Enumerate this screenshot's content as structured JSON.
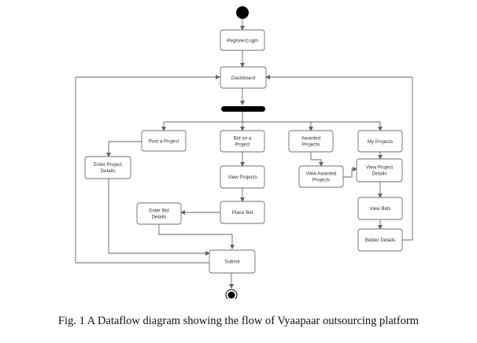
{
  "nodes": {
    "register": "Register/Login",
    "dashboard": "Dashboard",
    "post_project": "Post a Project",
    "bid_on_project": [
      "Bid on a",
      "Project"
    ],
    "awarded_projects": [
      "Awarded",
      "Projects"
    ],
    "my_projects": "My Projects",
    "enter_project_details": [
      "Enter Project",
      "Details"
    ],
    "view_projects": "View Projects",
    "view_awarded_projects": [
      "View Awarded",
      "Projects"
    ],
    "view_project_details": [
      "View Project",
      "Details"
    ],
    "enter_bid_details": [
      "Enter Bid",
      "Details"
    ],
    "place_bid": "Place Bid",
    "view_bids": "View Bids",
    "bidder_details": "Bidder Details",
    "submit": "Submit"
  },
  "caption": "Fig. 1 A Dataflow diagram showing the flow of Vyaapaar outsourcing platform"
}
